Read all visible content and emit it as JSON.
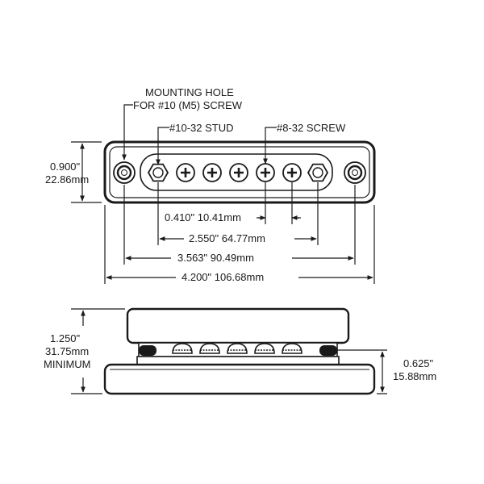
{
  "labels": {
    "mounting_hole_line1": "MOUNTING HOLE",
    "mounting_hole_line2": "FOR #10 (M5) SCREW",
    "stud": "#10-32 STUD",
    "screw": "#8-32 SCREW",
    "height_in": "0.900\"",
    "height_mm": "22.86mm",
    "screw_pitch": "0.410\"  10.41mm",
    "stud_spacing": "2.550\"  64.77mm",
    "hole_spacing": "3.563\"  90.49mm",
    "overall_length": "4.200\"  106.68mm",
    "side_height_in": "1.250\"",
    "side_height_mm": "31.75mm",
    "side_height_note": "MINIMUM",
    "base_height_in": "0.625\"",
    "base_height_mm": "15.88mm"
  }
}
